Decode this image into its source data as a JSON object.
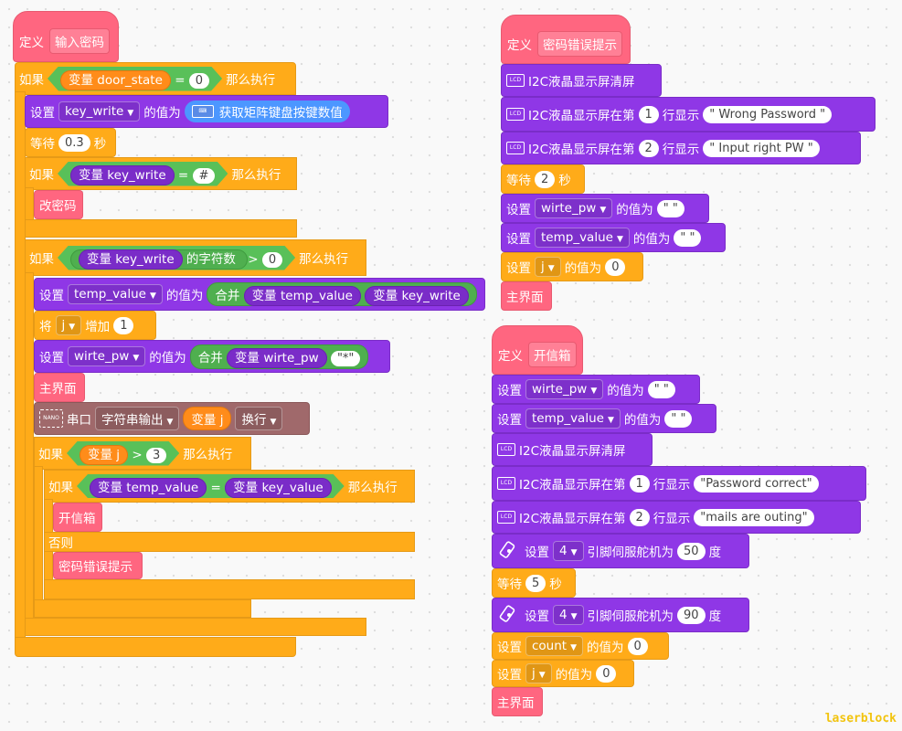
{
  "def1": {
    "define": "定义",
    "name": "输入密码",
    "if": "如果",
    "then": "那么执行",
    "var": "变量",
    "set": "设置",
    "value_of": "的值为",
    "door_state": "door_state",
    "eq": "=",
    "zero": "0",
    "key_write": "key_write",
    "get_key": "获取矩阵键盘按键数值",
    "wait": "等待",
    "wait_val": "0.3",
    "sec": "秒",
    "hash": "#",
    "change_pw": "改密码",
    "len": "的字符数",
    "gt": ">",
    "temp_value": "temp_value",
    "join": "合并",
    "change": "将",
    "j": "j",
    "inc": "增加",
    "one": "1",
    "wirte_pw": "wirte_pw",
    "star": "\"*\"",
    "main": "主界面",
    "serial": "串口",
    "str_out": "字符串输出",
    "var_j": "变量 j",
    "newline": "换行",
    "nano": "NANO",
    "three": "3",
    "key_value": "key_value",
    "open_box": "开信箱",
    "else": "否则",
    "pw_err": "密码错误提示"
  },
  "def2": {
    "define": "定义",
    "name": "密码错误提示",
    "lcd_clear": "I2C液晶显示屏清屏",
    "lcd_show": "I2C液晶显示屏在第",
    "row_show": "行显示",
    "row1": "1",
    "row2": "2",
    "msg1": "\" Wrong Password \"",
    "msg2": "\" Input right PW \"",
    "wait": "等待",
    "wait_val": "2",
    "sec": "秒",
    "set": "设置",
    "value_of": "的值为",
    "wirte_pw": "wirte_pw",
    "temp_value": "temp_value",
    "j": "j",
    "empty": "\" \"",
    "zero": "0",
    "main": "主界面",
    "lcd": "LCD"
  },
  "def3": {
    "define": "定义",
    "name": "开信箱",
    "set": "设置",
    "value_of": "的值为",
    "wirte_pw": "wirte_pw",
    "temp_value": "temp_value",
    "empty": "\" \"",
    "lcd_clear": "I2C液晶显示屏清屏",
    "lcd_show": "I2C液晶显示屏在第",
    "row_show": "行显示",
    "row1": "1",
    "row2": "2",
    "msg1": "\"Password correct\"",
    "msg2": "\"mails are outing\"",
    "pin": "4",
    "servo_txt": "引脚伺服舵机为",
    "deg": "度",
    "ang1": "50",
    "ang2": "90",
    "wait": "等待",
    "wait_val": "5",
    "sec": "秒",
    "count": "count",
    "j": "j",
    "zero": "0",
    "main": "主界面",
    "lcd": "LCD"
  },
  "watermark": "laserblock"
}
